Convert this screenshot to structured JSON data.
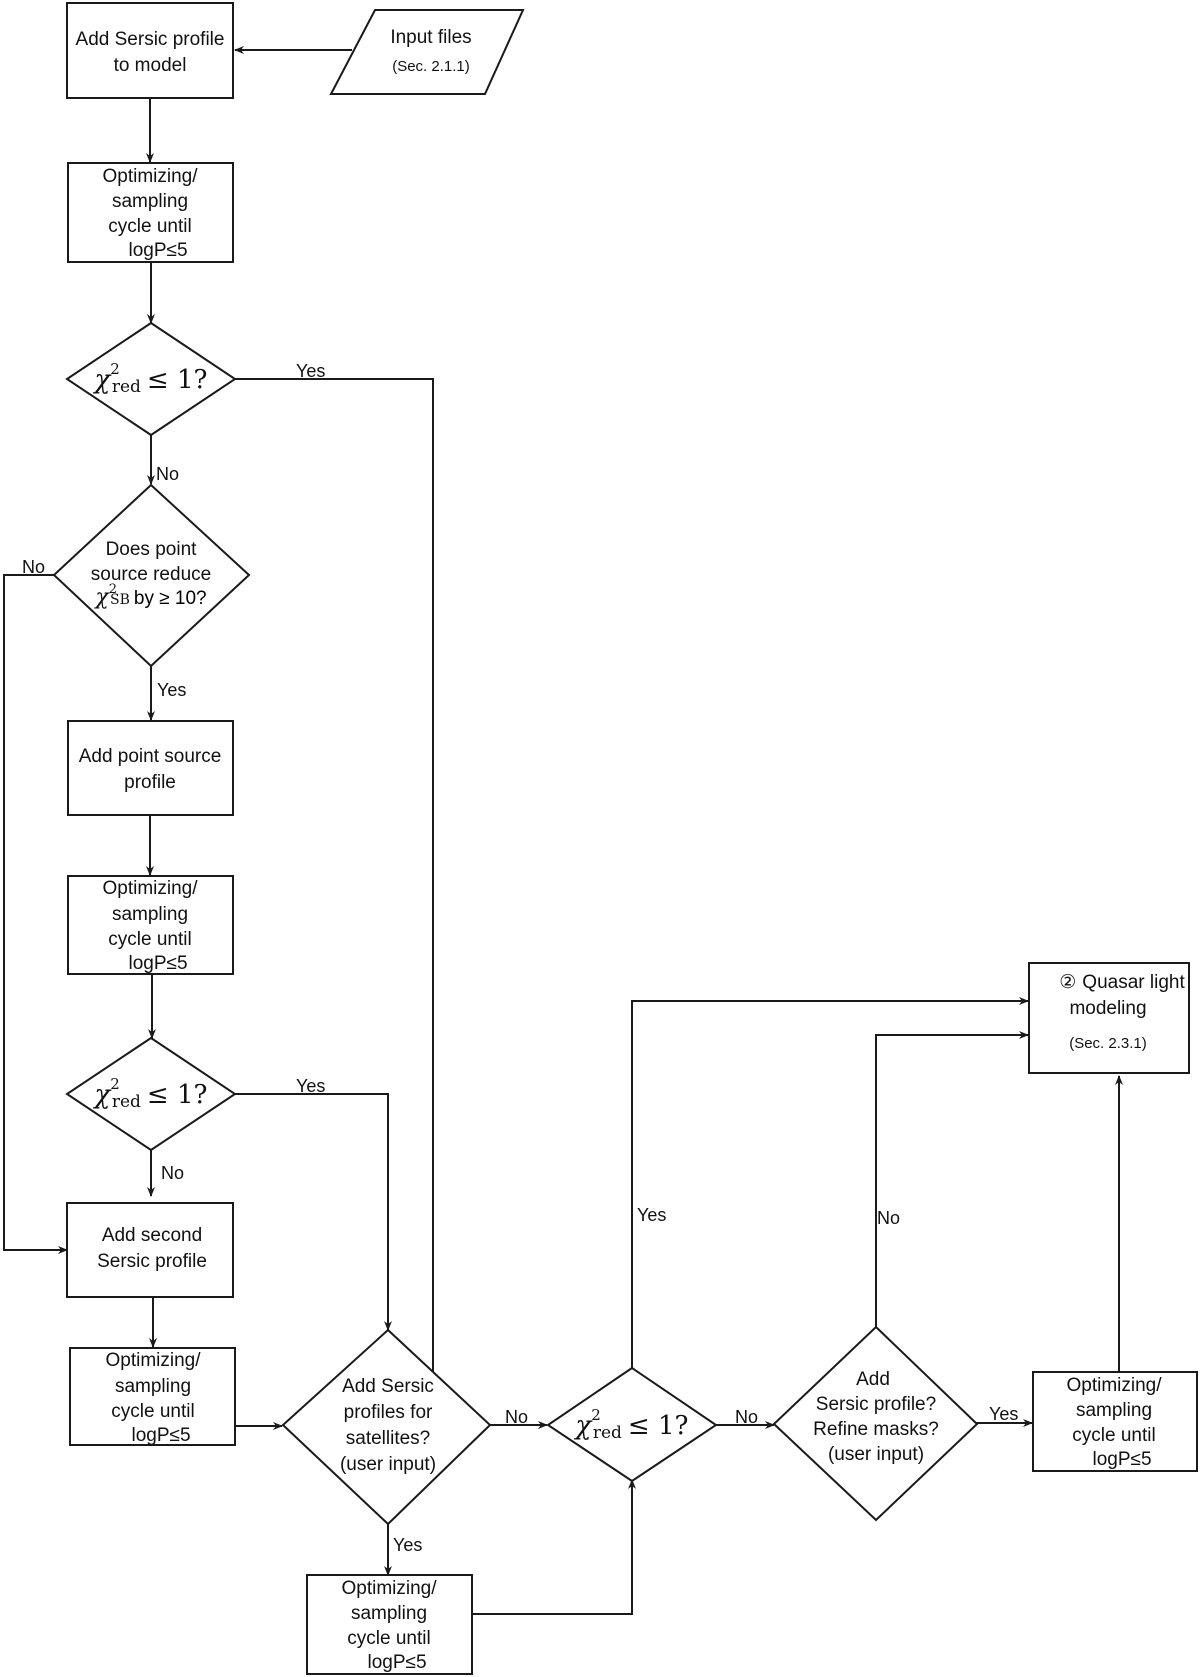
{
  "diagram": {
    "nodes": {
      "add_sersic": {
        "lines": [
          "Add Sersic profile",
          "to model"
        ]
      },
      "input_files": {
        "lines": [
          "Input files"
        ],
        "sub": "(Sec. 2.1.1)"
      },
      "opt1": {
        "lines": [
          "Optimizing/",
          "sampling",
          "cycle until",
          "logP≤5"
        ]
      },
      "chi1": {
        "chi": "χ",
        "sup": "2",
        "sub": "red",
        "rest": "≤ 1?"
      },
      "point_q": {
        "lines": [
          "Does point",
          "source reduce"
        ],
        "chi": "χ",
        "sup": "2",
        "sub": "SB",
        "rest": "by ≥ 10?"
      },
      "add_point": {
        "lines": [
          "Add point source",
          "profile"
        ]
      },
      "opt2": {
        "lines": [
          "Optimizing/",
          "sampling",
          "cycle until",
          "logP≤5"
        ]
      },
      "chi2": {
        "chi": "χ",
        "sup": "2",
        "sub": "red",
        "rest": "≤ 1?"
      },
      "add_second": {
        "lines": [
          "Add second",
          "Sersic profile"
        ]
      },
      "opt3": {
        "lines": [
          "Optimizing/",
          "sampling",
          "cycle until",
          "logP≤5"
        ]
      },
      "satellites_q": {
        "lines": [
          "Add Sersic",
          "profiles for",
          "satellites?",
          "(user input)"
        ]
      },
      "opt4": {
        "lines": [
          "Optimizing/",
          "sampling",
          "cycle until",
          "logP≤5"
        ]
      },
      "chi3": {
        "chi": "χ",
        "sup": "2",
        "sub": "red",
        "rest": "≤ 1?"
      },
      "refine_q": {
        "lines": [
          "Add",
          "Sersic profile?",
          "Refine masks?",
          "(user input)"
        ]
      },
      "opt5": {
        "lines": [
          "Optimizing/",
          "sampling",
          "cycle until",
          "logP≤5"
        ]
      },
      "quasar": {
        "badge": "②",
        "lines": [
          "Quasar light",
          "modeling"
        ],
        "sub": "(Sec. 2.3.1)"
      }
    },
    "edge_labels": {
      "chi1_yes": "Yes",
      "chi1_no": "No",
      "point_no": "No",
      "point_yes": "Yes",
      "chi2_yes": "Yes",
      "chi2_no": "No",
      "sat_no": "No",
      "sat_yes": "Yes",
      "chi3_yes": "Yes",
      "chi3_no": "No",
      "refine_no": "No",
      "refine_yes": "Yes"
    }
  }
}
